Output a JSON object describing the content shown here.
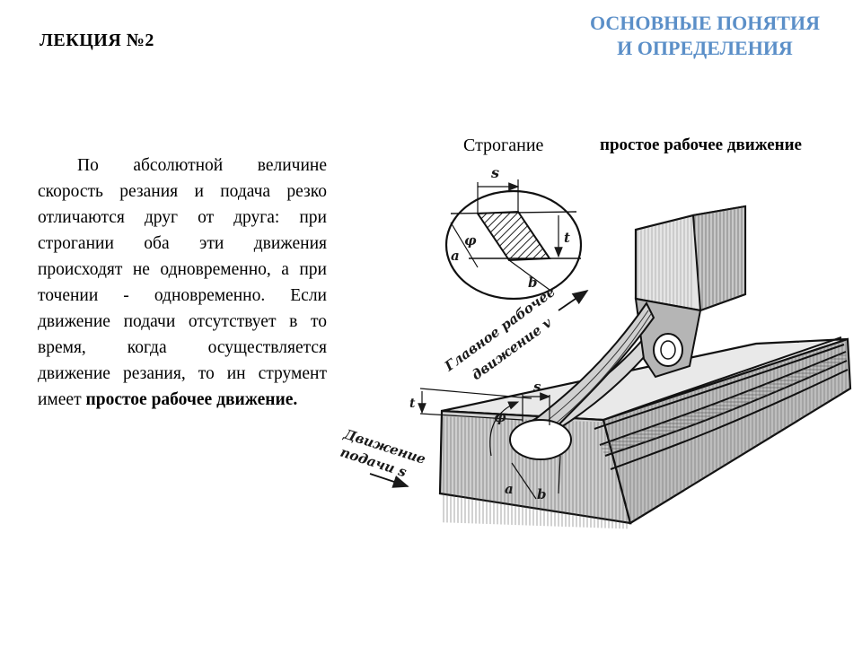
{
  "slide": {
    "lecture_label": "ЛЕКЦИЯ №2",
    "topic_title_line1": "ОСНОВНЫЕ ПОНЯТИЯ",
    "topic_title_line2": "И ОПРЕДЕЛЕНИЯ",
    "title_color": "#5b8fc8"
  },
  "body": {
    "paragraph_main": "По абсолютной величине скорость резания и подача резко отличаются друг от друга: при строгании оба эти движения происходят не одновременно, а при точении - одновременно. Если движение подачи отсутствует в то время, когда осуществляется движение резания, то ин струмент имеет ",
    "paragraph_bold": "простое рабочее движение."
  },
  "figure": {
    "caption_left": "Строгание",
    "caption_right": "простое рабочее движение",
    "label_main_motion": "Главное рабочее",
    "label_main_motion_2": "движение v",
    "label_feed_motion": "Движение",
    "label_feed_motion_2": "подачи s",
    "symbol_s_top": "s",
    "symbol_s_bottom": "s",
    "symbol_a_top": "a",
    "symbol_a_bottom": "a",
    "symbol_b_top": "b",
    "symbol_b_bottom": "b",
    "symbol_t_top": "t",
    "symbol_t_bottom": "t",
    "symbol_phi_top": "φ",
    "symbol_phi_bottom": "φ"
  }
}
